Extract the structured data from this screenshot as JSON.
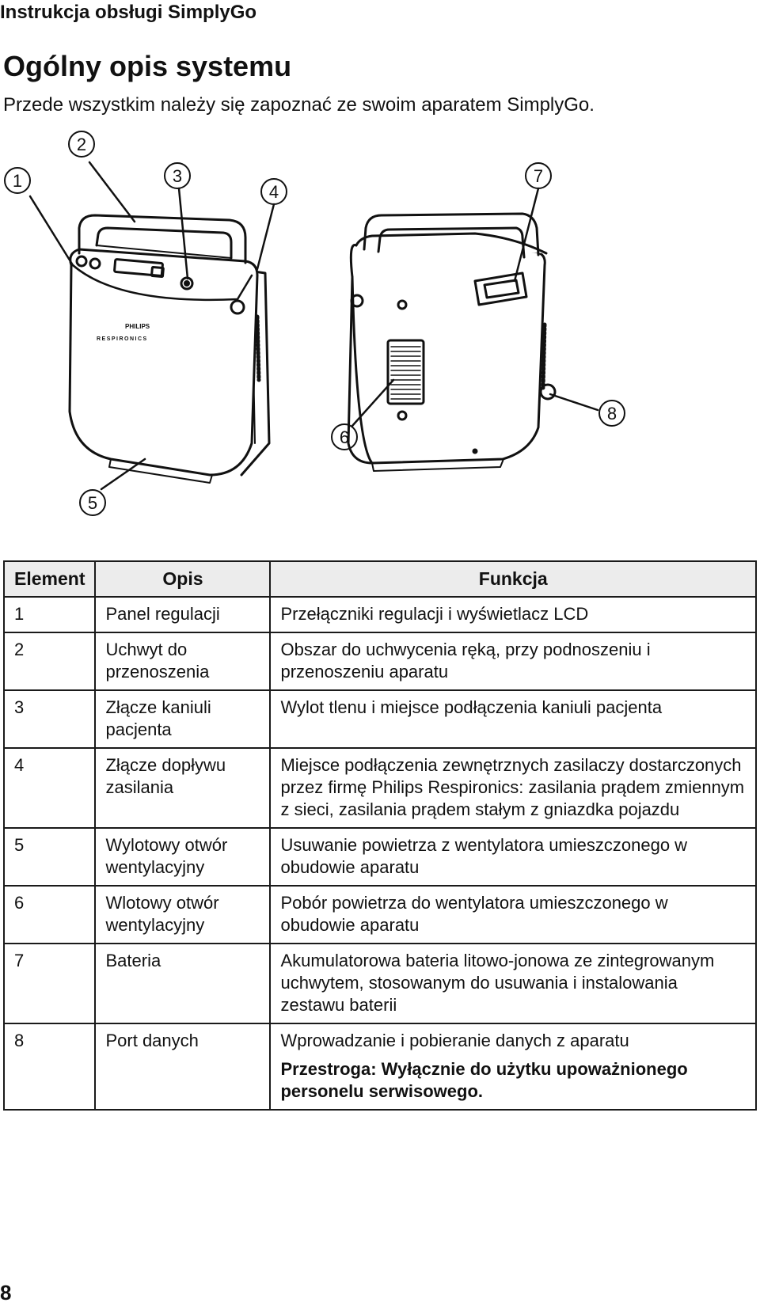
{
  "header": {
    "running_title": "Instrukcja obsługi SimplyGo"
  },
  "section": {
    "title": "Ogólny opis systemu",
    "subtitle": "Przede wszystkim należy się zapoznać ze swoim aparatem SimplyGo."
  },
  "figure": {
    "callouts": [
      "1",
      "2",
      "3",
      "4",
      "5",
      "6",
      "7",
      "8"
    ],
    "brand_line1": "PHILIPS",
    "brand_line2": "RESPIRONICS"
  },
  "table": {
    "headers": {
      "element": "Element",
      "opis": "Opis",
      "funkcja": "Funkcja"
    },
    "rows": [
      {
        "element": "1",
        "opis": "Panel regulacji",
        "funkcja": "Przełączniki regulacji i wyświetlacz LCD"
      },
      {
        "element": "2",
        "opis": "Uchwyt do przenoszenia",
        "funkcja": "Obszar do uchwycenia ręką, przy podnoszeniu i przenoszeniu aparatu"
      },
      {
        "element": "3",
        "opis": "Złącze kaniuli pacjenta",
        "funkcja": "Wylot tlenu i miejsce podłączenia kaniuli pacjenta"
      },
      {
        "element": "4",
        "opis": "Złącze dopływu zasilania",
        "funkcja": "Miejsce podłączenia zewnętrznych zasilaczy dostarczonych przez firmę Philips Respironics: zasilania prądem zmiennym z sieci, zasilania prądem stałym z gniazdka pojazdu"
      },
      {
        "element": "5",
        "opis": "Wylotowy otwór wentylacyjny",
        "funkcja": "Usuwanie powietrza z wentylatora umieszczonego w obudowie aparatu"
      },
      {
        "element": "6",
        "opis": "Wlotowy otwór wentylacyjny",
        "funkcja": "Pobór powietrza do wentylatora umieszczonego w obudowie aparatu"
      },
      {
        "element": "7",
        "opis": "Bateria",
        "funkcja": "Akumulatorowa bateria litowo-jonowa ze zintegrowanym uchwytem, stosowanym do usuwania i instalowania zestawu baterii"
      },
      {
        "element": "8",
        "opis": "Port danych",
        "funkcja": "Wprowadzanie i pobieranie danych z aparatu",
        "caution": "Przestroga: Wyłącznie do użytku upoważnionego personelu serwisowego."
      }
    ]
  },
  "footer": {
    "page_number": "8"
  }
}
